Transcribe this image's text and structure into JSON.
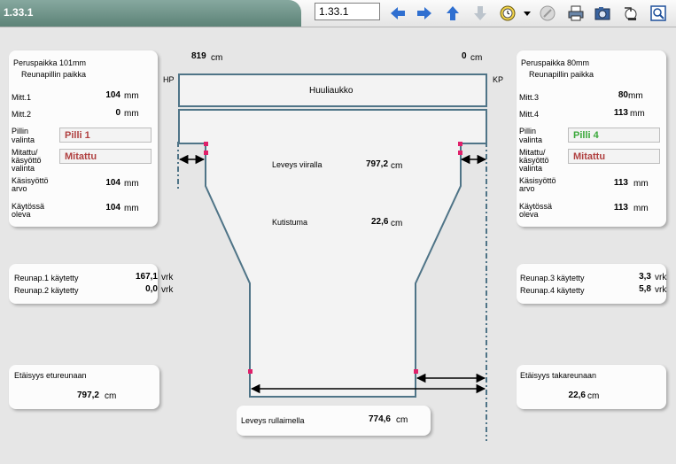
{
  "window": {
    "title": "1.33.1"
  },
  "toolbar": {
    "nav_value": "1.33.1",
    "icons": [
      "arrow-left-icon",
      "arrow-right-icon",
      "arrow-up-icon",
      "arrow-down-icon",
      "clock-icon",
      "dropdown-icon",
      "globe-icon",
      "printer-icon",
      "camera-icon",
      "refresh-icon",
      "zoom-icon"
    ]
  },
  "left_panel": {
    "title": "Peruspaikka 101mm",
    "subtitle": "Reunapillin paikka",
    "mitt1_label": "Mitt.1",
    "mitt1_value": "104",
    "mitt1_unit": "mm",
    "mitt2_label": "Mitt.2",
    "mitt2_value": "0",
    "mitt2_unit": "mm",
    "pilli_label1": "Pillin",
    "pilli_label2": "valinta",
    "pilli_value": "Pilli 1",
    "mit_label1": "Mitattu/",
    "mit_label2": "käsyöttö",
    "mit_label3": "valinta",
    "mit_value": "Mitattu",
    "kasi_label1": "Käsisyöttö",
    "kasi_label2": "arvo",
    "kasi_value": "104",
    "kasi_unit": "mm",
    "kayt_label1": "Käytössä",
    "kayt_label2": "oleva",
    "kayt_value": "104",
    "kayt_unit": "mm"
  },
  "right_panel": {
    "title": "Peruspaikka 80mm",
    "subtitle": "Reunapillin paikka",
    "mitt3_label": "Mitt.3",
    "mitt3_value": "80",
    "mitt3_unit": "mm",
    "mitt4_label": "Mitt.4",
    "mitt4_value": "113",
    "mitt4_unit": "mm",
    "pilli_label1": "Pillin",
    "pilli_label2": "valinta",
    "pilli_value": "Pilli 4",
    "mit_label1": "Mitattu/",
    "mit_label2": "käsyöttö",
    "mit_label3": "valinta",
    "mit_value": "Mitattu",
    "kasi_label1": "Käsisyöttö",
    "kasi_label2": "arvo",
    "kasi_value": "113",
    "kasi_unit": "mm",
    "kayt_label1": "Käytössä",
    "kayt_label2": "oleva",
    "kayt_value": "113",
    "kayt_unit": "mm"
  },
  "reunap_left": {
    "r1_label": "Reunap.1 käytetty",
    "r1_value": "167,1",
    "r1_unit": "vrk",
    "r2_label": "Reunap.2 käytetty",
    "r2_value": "0,0",
    "r2_unit": "vrk"
  },
  "reunap_right": {
    "r3_label": "Reunap.3 käytetty",
    "r3_value": "3,3",
    "r3_unit": "vrk",
    "r4_label": "Reunap.4 käytetty",
    "r4_value": "5,8",
    "r4_unit": "vrk"
  },
  "etaisyys_left": {
    "label": "Etäisyys etureunaan",
    "value": "797,2",
    "unit": "cm"
  },
  "etaisyys_right": {
    "label": "Etäisyys takareunaan",
    "value": "22,6",
    "unit": "cm"
  },
  "rullaimella": {
    "label": "Leveys rullaimella",
    "value": "774,6",
    "unit": "cm"
  },
  "diagram": {
    "top_left_value": "819",
    "top_left_unit": "cm",
    "top_right_value": "0",
    "top_right_unit": "cm",
    "hp": "HP",
    "kp": "KP",
    "huuliaukko": "Huuliaukko",
    "viira_label": "Leveys viiralla",
    "viira_value": "797,2",
    "viira_unit": "cm",
    "kutistuma_label": "Kutistuma",
    "kutistuma_value": "22,6",
    "kutistuma_unit": "cm",
    "line_color": "#4f7487",
    "marker_color": "#e0206a"
  }
}
